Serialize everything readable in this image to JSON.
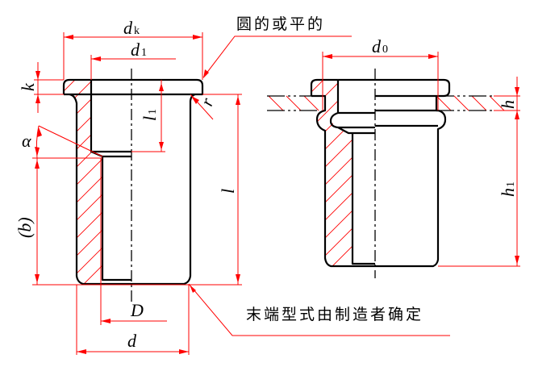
{
  "diagram": {
    "title": "Rivet nut dimension drawing",
    "notes": {
      "head_edge": "圆的或平的",
      "end_form": "末端型式由制造者确定"
    },
    "left_view": {
      "labels": {
        "dk": {
          "main": "d",
          "sub": "k"
        },
        "d1": {
          "main": "d",
          "sub": "1"
        },
        "k": "k",
        "l1": {
          "main": "l",
          "sub": "1"
        },
        "r": "r",
        "alpha": "α",
        "b": "(b)",
        "l": "l",
        "D": "D",
        "d": "d"
      }
    },
    "right_view": {
      "labels": {
        "d0": {
          "main": "d",
          "sub": "0"
        },
        "h": "h",
        "h1": {
          "main": "h",
          "sub": "1"
        }
      }
    },
    "colors": {
      "object_line": "#000000",
      "dimension_line": "#ff0000",
      "background": "#ffffff"
    }
  }
}
